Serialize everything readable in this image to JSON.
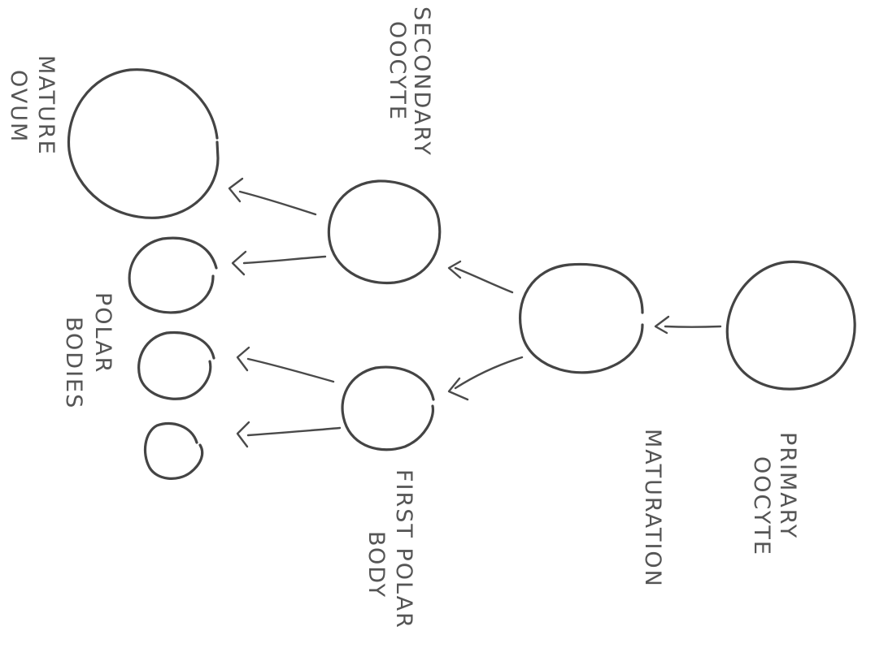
{
  "labels": {
    "secondary_oocyte_line1": "SECONDARY",
    "secondary_oocyte_line2": "OOCYTE",
    "mature_ovum_line1": "MATURE",
    "mature_ovum_line2": "OVUM",
    "polar_bodies_line1": "POLAR",
    "polar_bodies_line2": "BODIES",
    "maturation": "MATURATION",
    "primary_oocyte_line1": "PRIMARY",
    "primary_oocyte_line2": "OOCYTE",
    "first_polar_body_line1": "FIRST POLAR",
    "first_polar_body_line2": "BODY"
  },
  "colors": {
    "stroke": "#444444",
    "text": "#555555",
    "background": "#ffffff"
  }
}
